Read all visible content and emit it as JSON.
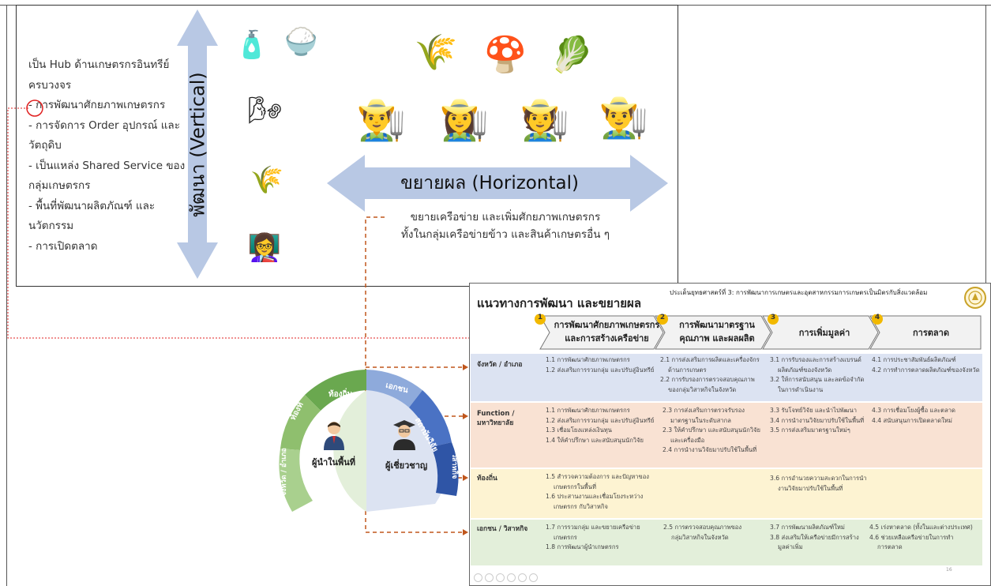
{
  "hub": {
    "lines": [
      "เป็น Hub ด้านเกษตรกรอินทรีย์",
      "ครบวงจร",
      "- การพัฒนาศักยภาพเกษตรกร",
      "- การจัดการ Order อุปกรณ์ และ",
      "วัตถุดิบ",
      "- เป็นแหล่ง Shared Service ของ",
      "กลุ่มเกษตรกร",
      "- พื้นที่พัฒนาผลิตภัณฑ์ และ",
      "นวัตกรรม",
      "- การเปิดตลาด"
    ]
  },
  "vertical_label": "พัฒนา (Vertical)",
  "horizontal_label": "ขยายผล (Horizontal)",
  "description": [
    "ขยายเครือข่าย และเพิ่มศักยภาพเกษตรกร",
    "ทั้งในกลุ่มเครือข่ายข้าว และสินค้าเกษตรอื่น ๆ"
  ],
  "icons": {
    "left_column": [
      "cosmetics-icon",
      "rice-bowl-icon",
      "windmill-icon",
      "wheat-icon",
      "teacher-icon"
    ],
    "top_row": [
      "rice-plant-icon",
      "mushroom-icon",
      "lettuce-icon"
    ],
    "farmers": [
      "farmer-pitchfork-icon",
      "farmer-woman-icon",
      "farmer-man-icon",
      "farmer-rake-icon"
    ],
    "glyphs": {
      "cosmetics": "🧴",
      "rice_bowl": "🍚",
      "windmill": "🌬",
      "wheat": "🌾",
      "teacher": "👩‍🏫",
      "rice_plant": "🌾",
      "mushroom": "🍄",
      "lettuce": "🥬",
      "farmer1": "👨‍🌾",
      "farmer2": "👩‍🌾",
      "farmer3": "🧑‍🌾",
      "farmer4": "👨‍🌾"
    }
  },
  "semicircle": {
    "segments": [
      "ท้องถิ่น",
      "ท้องที่",
      "จังหวัด / อำเภอ",
      "เอกชน",
      "สถาบันวิจัย",
      "วิสาหกิจ"
    ],
    "left_person": "ผู้นำในพื้นที่",
    "right_person": "ผู้เชี่ยวชาญ"
  },
  "slide": {
    "title": "แนวทางการพัฒนา และขยายผล",
    "subtitle": "ประเด็นยุทธศาสตร์ที่ 3: การพัฒนาการเกษตรและอุตสาหกรรมการเกษตรเป็นมิตรกับสิ่งแวดล้อม",
    "columns": [
      {
        "num": "1",
        "lines": [
          "การพัฒนาศักยภาพเกษตรกร",
          "และการสร้างเครือข่าย"
        ]
      },
      {
        "num": "2",
        "lines": [
          "การพัฒนามาตรฐาน",
          "คุณภาพ และผลผลิต"
        ]
      },
      {
        "num": "3",
        "lines": [
          "การเพิ่มมูลค่า"
        ]
      },
      {
        "num": "4",
        "lines": [
          "การตลาด"
        ]
      }
    ],
    "rows": [
      {
        "label": [
          "จังหวัด / อำเภอ"
        ],
        "cells": [
          [
            "1.1 การพัฒนาศักยภาพเกษตรกร",
            "1.2 ส่งเสริมการรวมกลุ่ม และปรับสู่อินทรีย์"
          ],
          [
            "2.1 การส่งเสริมการผลิตและเครื่องจักร",
            "ด้านการเกษตร",
            "2.2 การรับรองการตรวจสอบคุณภาพ",
            "ของกลุ่มวิสาหกิจในจังหวัด"
          ],
          [
            "3.1 การรับรองและการสร้างแบรนด์",
            "ผลิตภัณฑ์ของจังหวัด",
            "3.2 ให้การสนับสนุน และลดข้อจำกัด",
            "ในการดำเนินงาน"
          ],
          [
            "4.1 การประชาสัมพันธ์ผลิตภัณฑ์",
            "4.2 การทำการตลาดผลิตภัณฑ์ของจังหวัด"
          ]
        ]
      },
      {
        "label": [
          "Function /",
          "มหาวิทยาลัย"
        ],
        "cells": [
          [
            "1.1 การพัฒนาศักยภาพเกษตรกร",
            "1.2 ส่งเสริมการรวมกลุ่ม และปรับสู่อินทรีย์",
            "1.3 เชื่อมโยงแหล่งเงินทุน",
            "1.4 ให้คำปรึกษา และสนับสนุนนักวิจัย"
          ],
          [
            "2.3 การส่งเสริมการตรวจรับรอง",
            "มาตรฐานในระดับสากล",
            "2.3 ให้คำปรึกษา และสนับสนุนนักวิจัย",
            "และเครื่องมือ",
            "2.4 การนำงานวิจัยมาปรับใช้ในพื้นที่"
          ],
          [
            "3.3 รับโจทย์วิจัย และนำไปพัฒนา",
            "3.4 การนำงานวิจัยมาปรับใช้ในพื้นที่",
            "3.5 การส่งเสริมมาตรฐานใหม่ๆ"
          ],
          [
            "4.3 การเชื่อมโยงผู้ซื้อ และตลาด",
            "4.4 สนับสนุนการเปิดตลาดใหม่"
          ]
        ]
      },
      {
        "label": [
          "ท้องถิ่น"
        ],
        "cells": [
          [
            "1.5 สำรวจความต้องการ และปัญหาของ",
            "เกษตรกรในพื้นที่",
            "1.6 ประสานงานและเชื่อมโยงระหว่าง",
            "เกษตรกร กับวิสาหกิจ"
          ],
          [],
          [
            "3.6 การอำนวยความสะดวกในการนำ",
            "งานวิจัยมาปรับใช้ในพื้นที่"
          ],
          []
        ]
      },
      {
        "label": [
          "เอกชน / วิสาหกิจ"
        ],
        "cells": [
          [
            "1.7 การรวมกลุ่ม และขยายเครือข่าย",
            "เกษตรกร",
            "1.8 การพัฒนาผู้นำเกษตรกร"
          ],
          [
            "2.5 การตรวจสอบคุณภาพของ",
            "กลุ่มวิสาหกิจในจังหวัด"
          ],
          [
            "3.7 การพัฒนาผลิตภัณฑ์ใหม่",
            "3.8 ส่งเสริมให้เครือข่ายมีการสร้าง",
            "มูลค่าเพิ่ม"
          ],
          [
            "4.5 เร่งหาตลาด (ทั้งในและต่างประเทศ)",
            "4.6 ช่วยเหลือเครือข่ายในการทำ",
            "การตลาด"
          ]
        ]
      }
    ],
    "page_number": "16",
    "colors": {
      "row1": "#dce3f2",
      "row2": "#f9e2d3",
      "row3": "#fdf3d2",
      "row4": "#e3efda",
      "chevron_num": "#f2b900",
      "arrow": "#b8c8e4",
      "dashed": "#c0561c",
      "red": "#e02020"
    }
  }
}
